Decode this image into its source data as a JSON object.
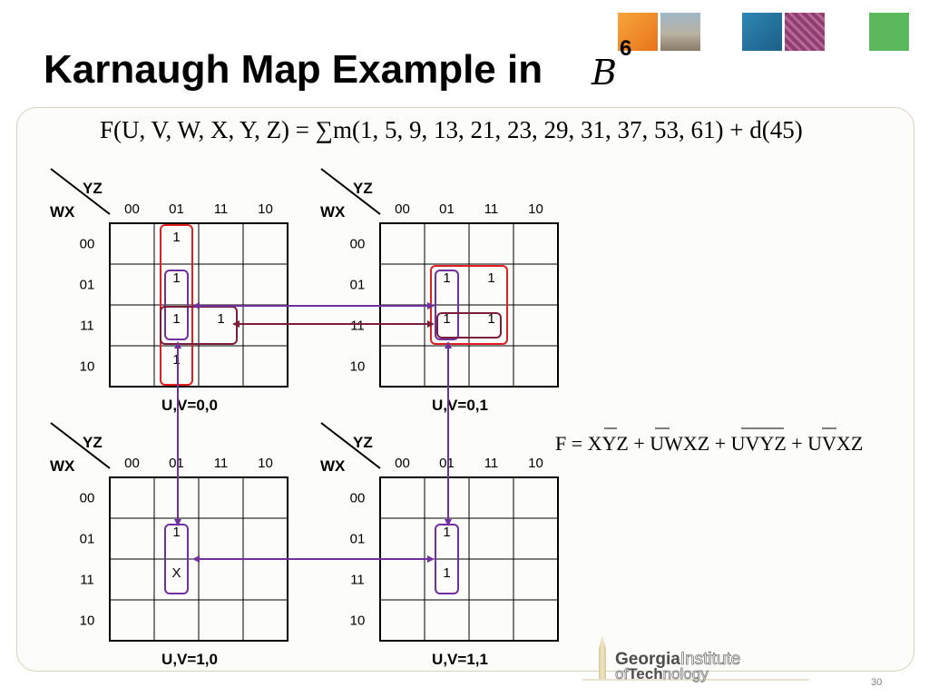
{
  "slide": {
    "title": "Karnaugh Map Example in",
    "title_symbol": "B",
    "title_superscript": "6",
    "page_number": "30"
  },
  "formulas": {
    "main": "F(U, V, W, X, Y, Z) = ∑m(1, 5, 9, 13, 21, 23, 29, 31, 37, 53, 61) + d(45)",
    "result": "F = XYZ + UWXZ + UVYZ + UVXZ"
  },
  "logo": {
    "line1_bold": "Georgia",
    "line1_light": "Institute",
    "line2_light_prefix": "of",
    "line2_bold": "Tech",
    "line2_light": "nology"
  },
  "kmap": {
    "row_var": "WX",
    "col_var": "YZ",
    "col_labels": [
      "00",
      "01",
      "11",
      "10"
    ],
    "row_labels": [
      "00",
      "01",
      "11",
      "10"
    ],
    "maps": [
      {
        "label": "U,V=0,0",
        "cells": [
          [
            "",
            "1",
            "",
            ""
          ],
          [
            "",
            "1",
            "",
            ""
          ],
          [
            "",
            "1",
            "1",
            ""
          ],
          [
            "",
            "1",
            "",
            ""
          ]
        ]
      },
      {
        "label": "U,V=0,1",
        "cells": [
          [
            "",
            "",
            "",
            ""
          ],
          [
            "",
            "1",
            "1",
            ""
          ],
          [
            "",
            "1",
            "1",
            ""
          ],
          [
            "",
            "",
            "",
            ""
          ]
        ]
      },
      {
        "label": "U,V=1,0",
        "cells": [
          [
            "",
            "",
            "",
            ""
          ],
          [
            "",
            "1",
            "",
            ""
          ],
          [
            "",
            "X",
            "",
            ""
          ],
          [
            "",
            "",
            "",
            ""
          ]
        ]
      },
      {
        "label": "U,V=1,1",
        "cells": [
          [
            "",
            "",
            "",
            ""
          ],
          [
            "",
            "1",
            "",
            ""
          ],
          [
            "",
            "1",
            "",
            ""
          ],
          [
            "",
            "",
            "",
            ""
          ]
        ]
      }
    ]
  },
  "colors": {
    "red_group": "#e02020",
    "purple_group": "#7030a0",
    "maroon_group": "#7a1e3c",
    "grid": "#000000"
  }
}
